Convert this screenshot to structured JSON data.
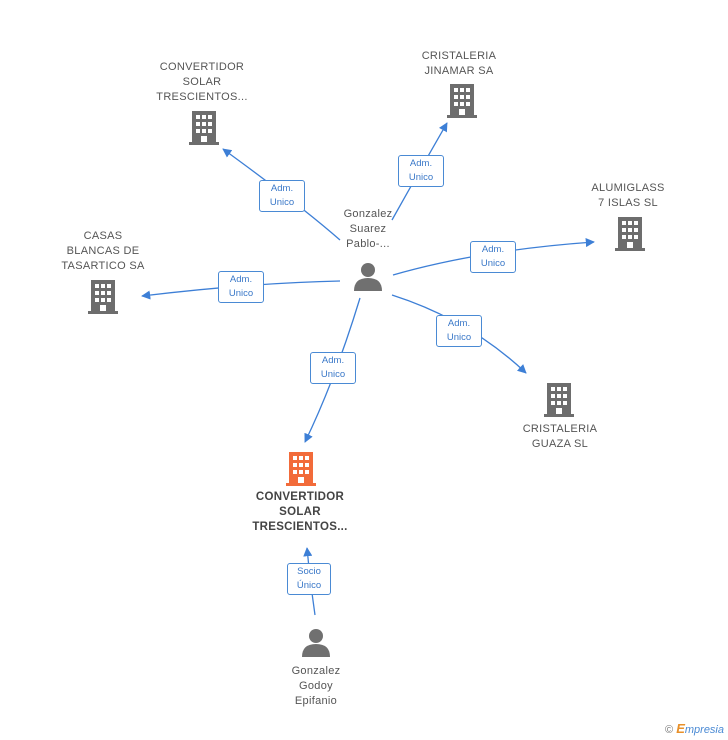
{
  "colors": {
    "edge": "#3d7fd6",
    "building": "#6d6d6d",
    "building_highlight": "#f26b3a",
    "person": "#707070"
  },
  "nodes": {
    "conv_top": [
      "CONVERTIDOR",
      "SOLAR",
      "TRESCIENTOS..."
    ],
    "jinamar": [
      "CRISTALERIA",
      "JINAMAR SA"
    ],
    "alumiglass": [
      "ALUMIGLASS",
      "7 ISLAS SL"
    ],
    "casas": [
      "CASAS",
      "BLANCAS DE",
      "TASARTICO SA"
    ],
    "guaza": [
      "CRISTALERIA",
      "GUAZA SL"
    ],
    "conv_main": [
      "CONVERTIDOR",
      "SOLAR",
      "TRESCIENTOS..."
    ],
    "gonzalez_suarez": [
      "Gonzalez",
      "Suarez",
      "Pablo-..."
    ],
    "gonzalez_godoy": [
      "Gonzalez",
      "Godoy",
      "Epifanio"
    ]
  },
  "edges": {
    "adm": [
      "Adm.",
      "Unico"
    ],
    "socio": [
      "Socio",
      "Único"
    ]
  },
  "footer": {
    "copyright": "©",
    "brand_e": "E",
    "brand_rest": "mpresia"
  }
}
